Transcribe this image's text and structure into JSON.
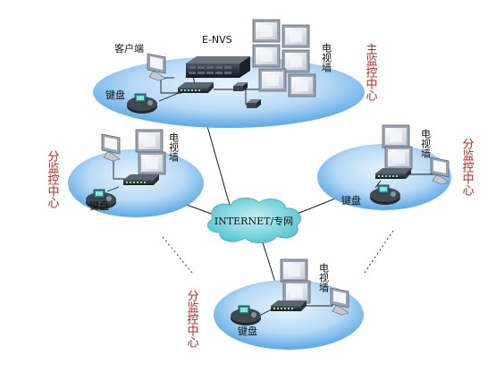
{
  "main_center": {
    "title": "主监控中心",
    "client_label": "客户端",
    "server_label": "E-NVS",
    "keyboard_label": "键盘",
    "tvwall_label": "电视墙"
  },
  "network": {
    "label": "INTERNET/专网"
  },
  "branches": [
    {
      "title": "分监控中心",
      "keyboard_label": "键盘",
      "tvwall_label": "电视墙"
    },
    {
      "title": "分监控中心",
      "keyboard_label": "键盘",
      "tvwall_label": "电视墙"
    },
    {
      "title": "分监控中心",
      "keyboard_label": "键盘",
      "tvwall_label": "电视墙"
    }
  ],
  "colors": {
    "ellipse_fill_outer": "#5aa8e6",
    "ellipse_fill_inner": "#d8ecfb",
    "cloud_fill": "#6fd0dc",
    "label_red": "#b8271d",
    "line": "#1a1a1a"
  },
  "icons": [
    "monitor-icon",
    "server-icon",
    "switch-icon",
    "keyboard-icon",
    "tv-screen-icon",
    "cloud-icon",
    "encoder-icon"
  ]
}
